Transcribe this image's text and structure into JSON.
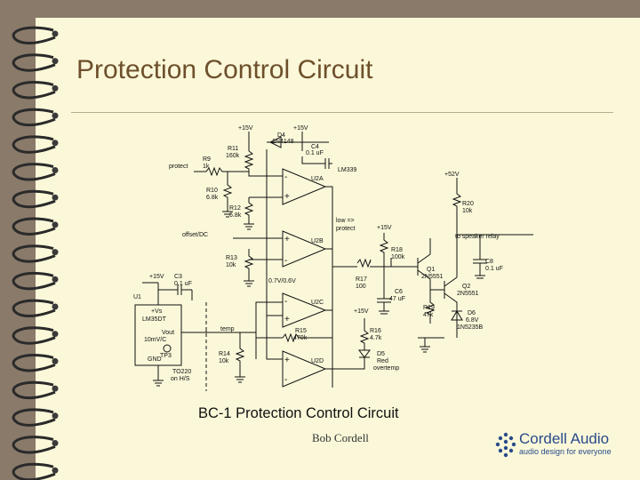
{
  "slide": {
    "title": "Protection Control Circuit",
    "author": "Bob Cordell"
  },
  "diagram": {
    "caption": "BC-1 Protection Control Circuit",
    "labels": {
      "plus15_a": "+15V",
      "plus15_b": "+15V",
      "plus15_c": "+15V",
      "plus15_d": "+15V",
      "plus15_e": "+15V",
      "plus52": "+52V",
      "d4": "D4",
      "d4_part": "1N4148",
      "c4": "C4",
      "c4_val": "0.1 uF",
      "r11": "R11",
      "r11_val": "160k",
      "r9": "R9",
      "r9_val": "1k",
      "protect": "protect",
      "lm339": "LM339",
      "u2a": "U2A",
      "r10": "R10",
      "r10_val": "6.8k",
      "r12": "R12",
      "r12_val": "6.8k",
      "low_protect_1": "low =>",
      "low_protect_2": "protect",
      "offset_dc": "offset/DC",
      "u2b": "U2B",
      "r13": "R13",
      "r13_val": "10k",
      "thresholds": "0.7V/0.6V",
      "r18": "R18",
      "r18_val": "100k",
      "r17": "R17",
      "r17_val": "100",
      "c6": "C6",
      "c6_val": "47 uF",
      "r20": "R20",
      "r20_val": "10k",
      "to_speaker_relay": "to speaker relay",
      "c8": "C8",
      "c8_val": "0.1 uF",
      "q1": "Q1",
      "q1_part": "2N5551",
      "q2": "Q2",
      "q2_part": "2N5551",
      "r19": "R19",
      "r19_val": "47k",
      "d6": "D6",
      "d6_val": "6.8V",
      "d6_part": "1N5235B",
      "c3": "C3",
      "c3_val": "0.1 uF",
      "u1": "U1",
      "u1_vs": "+Vs",
      "u1_part": "LM35DT",
      "u1_vout": "Vout",
      "u1_scale": "10mV/C",
      "u1_gnd": "GND",
      "temp": "temp",
      "u2c": "U2C",
      "r15": "R15",
      "r15_val": "470k",
      "r16": "R16",
      "r16_val": "4.7k",
      "tp3": "TP3",
      "r14": "R14",
      "r14_val": "10k",
      "u2d": "U2D",
      "d5": "D5",
      "d5_color": "Red",
      "overtemp": "overtemp",
      "heatsink_1": "TO220",
      "heatsink_2": "on H/S"
    }
  },
  "logo": {
    "name": "Cordell Audio",
    "tagline": "audio design for everyone",
    "color": "#2b4a8a"
  },
  "colors": {
    "title": "#6e4f2c",
    "page": "#faf8d9",
    "frame": "#8a7a6a"
  }
}
